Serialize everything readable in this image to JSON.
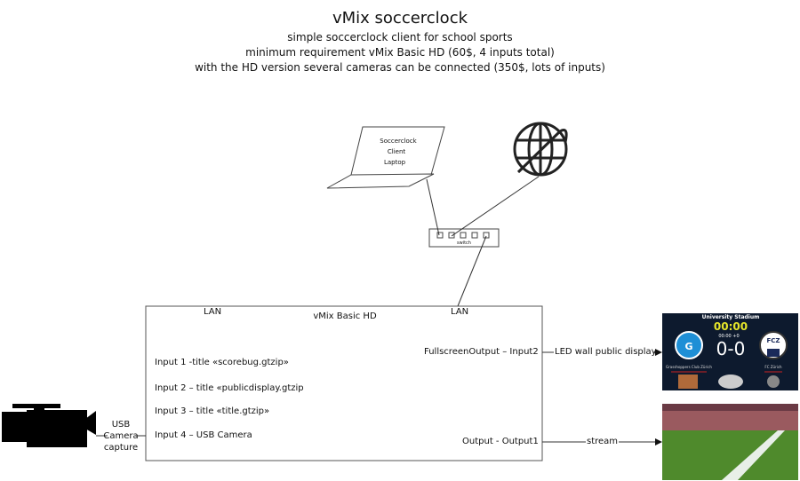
{
  "header": {
    "title": "vMix soccerclock",
    "lines": [
      "simple soccerclock client for school sports",
      "minimum requirement vMix Basic HD (60$, 4 inputs total)",
      "with the HD version  several cameras can be connected (350$, lots of inputs)"
    ]
  },
  "laptop": {
    "lines": [
      "Soccerclock",
      "Client",
      "Laptop"
    ]
  },
  "switch": {
    "label": "switch"
  },
  "vmix": {
    "title": "vMix Basic HD",
    "lan_left": "LAN",
    "lan_right": "LAN",
    "inputs": [
      "Input 1  -title «scorebug.gtzip»",
      "Input 2 – title «publicdisplay.gtzip",
      "Input 3 – title «title.gtzip»",
      "Input 4 – USB Camera"
    ],
    "fullscreen_output": "FullscreenOutput – Input2",
    "output": "Output  - Output1"
  },
  "camera": {
    "lines": [
      "USB",
      "Camera",
      "capture"
    ]
  },
  "connections": {
    "led": "LED wall public display",
    "stream": "stream"
  },
  "scoreboard": {
    "stadium": "University Stadium",
    "clock": "00:00",
    "subclock": "00:00  +0",
    "score": "0-0",
    "home": "Grasshoppers Club Zürich",
    "away": "FC Zürich",
    "away_badge": "FCZ",
    "colors": {
      "bg": "#0d1a2e",
      "clock": "#e6e62a",
      "home": "#1e8fd6"
    }
  }
}
